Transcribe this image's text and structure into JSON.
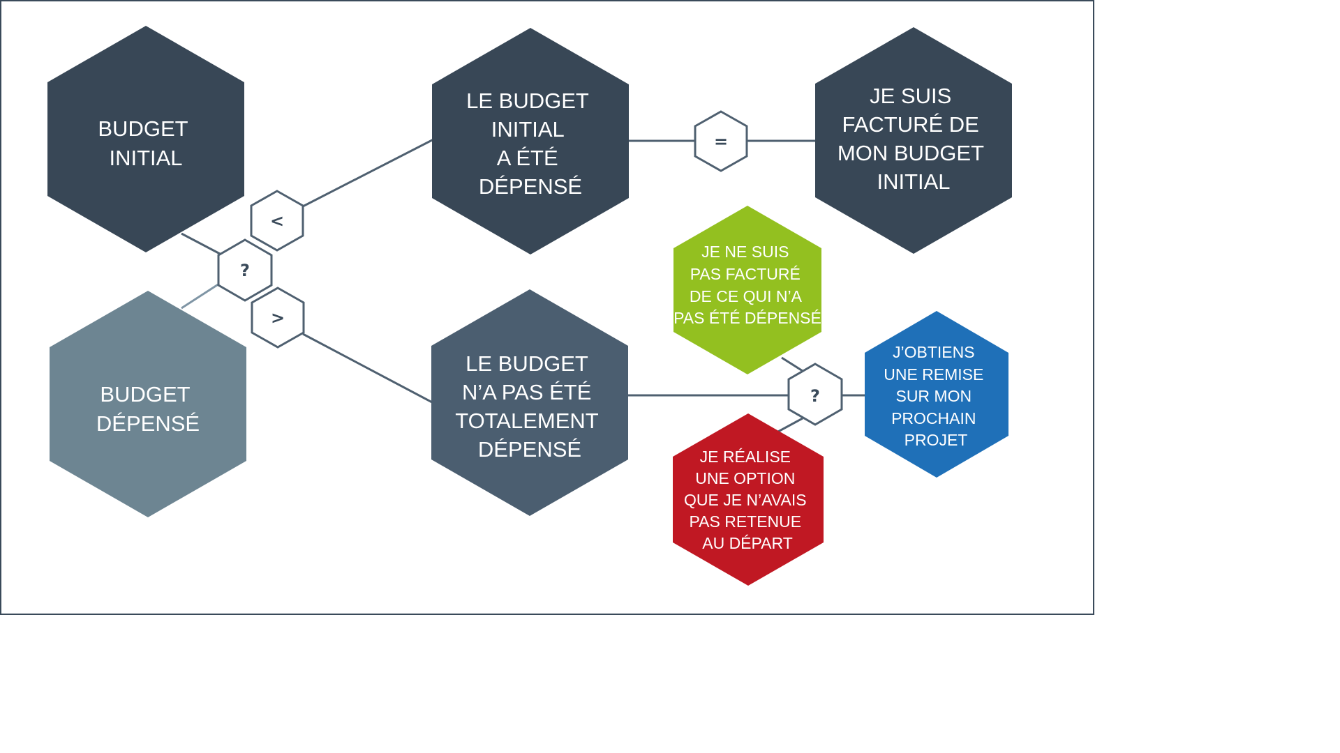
{
  "colors": {
    "dark_slate": "#384756",
    "mid_slate": "#4b5e70",
    "grey_blue": "#6d8592",
    "green": "#93c020",
    "red": "#c01823",
    "blue": "#1f70b8",
    "line": "#4f6070",
    "light_line": "#7f95a5",
    "op_stroke": "#4f6070"
  },
  "nodes": {
    "budget_initial": [
      "BUDGET",
      "INITIAL"
    ],
    "budget_depense": [
      "BUDGET",
      "DÉPENSÉ"
    ],
    "budget_initial_depense": [
      "LE BUDGET",
      "INITIAL",
      "A ÉTÉ",
      "DÉPENSÉ"
    ],
    "facture_budget_initial": [
      "JE SUIS",
      "FACTURÉ DE",
      "MON BUDGET",
      "INITIAL"
    ],
    "budget_pas_totalement": [
      "LE BUDGET",
      "N’A PAS ÉTÉ",
      "TOTALEMENT",
      "DÉPENSÉ"
    ],
    "pas_facture": [
      "JE NE SUIS",
      "PAS FACTURÉ",
      "DE CE QUI N’A",
      "PAS ÉTÉ DÉPENSÉ"
    ],
    "remise": [
      "J’OBTIENS",
      "UNE REMISE",
      "SUR MON",
      "PROCHAIN",
      "PROJET"
    ],
    "option": [
      "JE RÉALISE",
      "UNE OPTION",
      "QUE JE N’AVAIS",
      "PAS RETENUE",
      "AU DÉPART"
    ]
  },
  "operators": {
    "question_left": "?",
    "less_than": "<",
    "greater_than": ">",
    "equals": "=",
    "question_right": "?"
  }
}
